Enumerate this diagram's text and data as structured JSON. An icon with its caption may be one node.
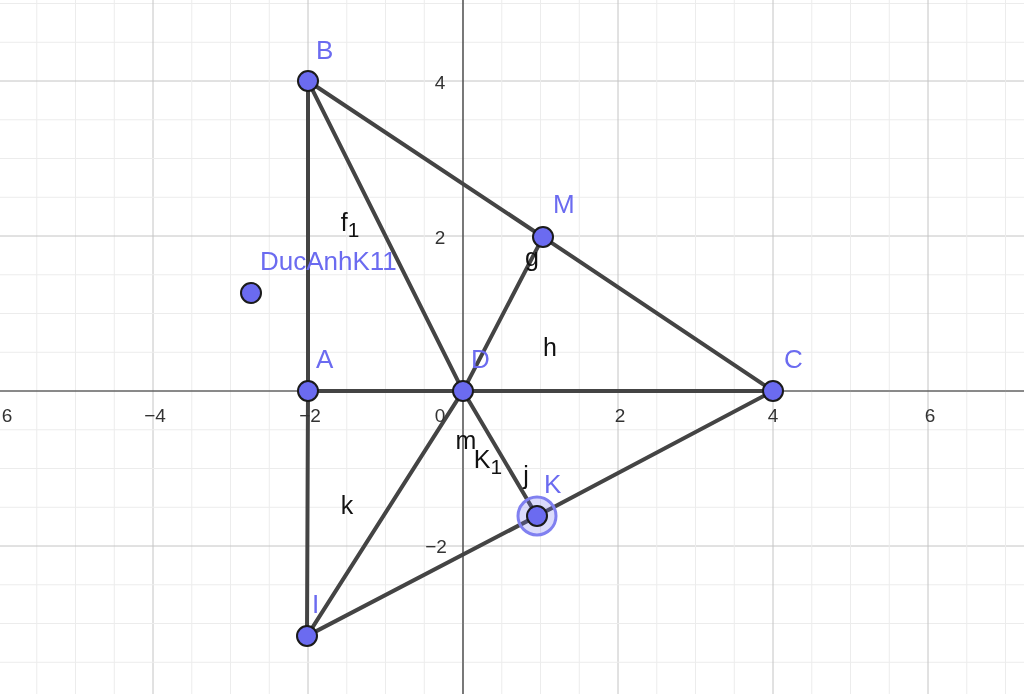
{
  "diagram": {
    "nodes": [
      {
        "text": [
          "B"
        ]
      },
      {
        "text": [
          "M"
        ]
      },
      {
        "text": [
          "DucAnhK11"
        ]
      },
      {
        "text": [
          "A"
        ]
      },
      {
        "text": [
          "D"
        ]
      },
      {
        "text": [
          "C"
        ]
      },
      {
        "text": [
          "K"
        ]
      },
      {
        "text": [
          "I"
        ]
      }
    ],
    "edges": [
      {
        "from": 0,
        "to": 3,
        "arrow": "none"
      },
      {
        "from": 3,
        "to": 7,
        "arrow": "none"
      },
      {
        "from": 3,
        "to": 4,
        "arrow": "none"
      },
      {
        "from": 4,
        "to": 5,
        "arrow": "none"
      },
      {
        "from": 0,
        "to": 1,
        "arrow": "none"
      },
      {
        "from": 1,
        "to": 5,
        "arrow": "none"
      },
      {
        "from": 0,
        "to": 4,
        "arrow": "none"
      },
      {
        "from": 4,
        "to": 1,
        "arrow": "none"
      },
      {
        "from": 4,
        "to": 6,
        "arrow": "none"
      },
      {
        "from": 7,
        "to": 4,
        "arrow": "none"
      },
      {
        "from": 7,
        "to": 6,
        "arrow": "none"
      },
      {
        "from": 6,
        "to": 5,
        "arrow": "none"
      }
    ],
    "labels": [
      "4",
      "f$_{1}$",
      "2",
      "g",
      "h",
      "6",
      "−4",
      "−2",
      "0",
      "2",
      "4",
      "6",
      "m",
      "K$_{1}$",
      "j",
      "k",
      "−2"
    ]
  }
}
